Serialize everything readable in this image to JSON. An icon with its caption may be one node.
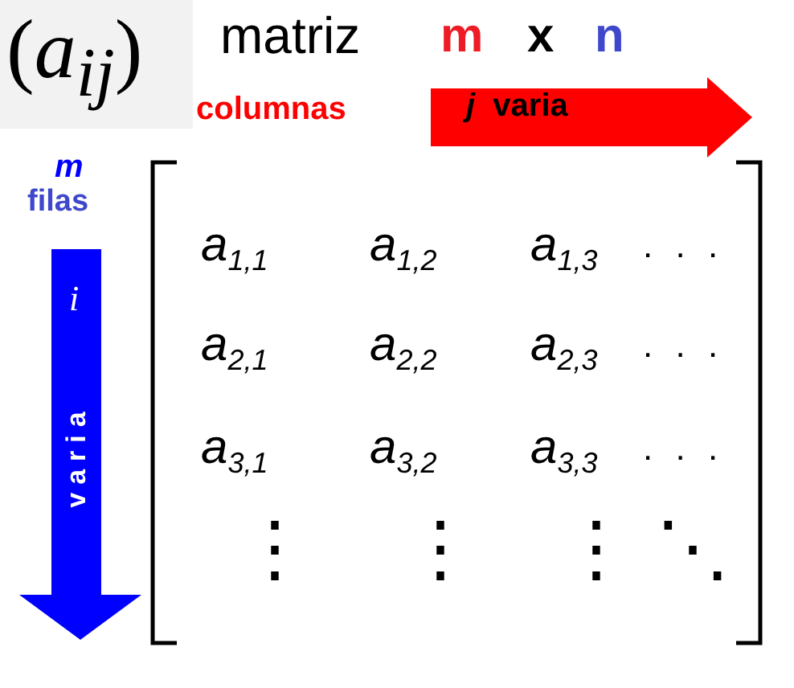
{
  "diagram": {
    "nodes": [
      {
        "text": [
          "*j*  varia"
        ]
      },
      {
        "text": [
          "*i*",
          "varia"
        ]
      }
    ],
    "labels": [
      "(*a*$_{ij}$)",
      "matriz",
      "m",
      "x",
      "n",
      "columnas",
      "*m*",
      "filas",
      "*a*$_{1,1}$",
      "*a*$_{1,2}$",
      "*a*$_{1,3}$",
      ". . .",
      "*a*$_{2,1}$",
      "*a*$_{2,2}$",
      "*a*$_{2,3}$",
      ". . .",
      "*a*$_{3,1}$",
      "*a*$_{3,2}$",
      "*a*$_{3,3}$",
      ". . .",
      "⋮",
      "⋮",
      "⋮",
      "⋱"
    ]
  }
}
